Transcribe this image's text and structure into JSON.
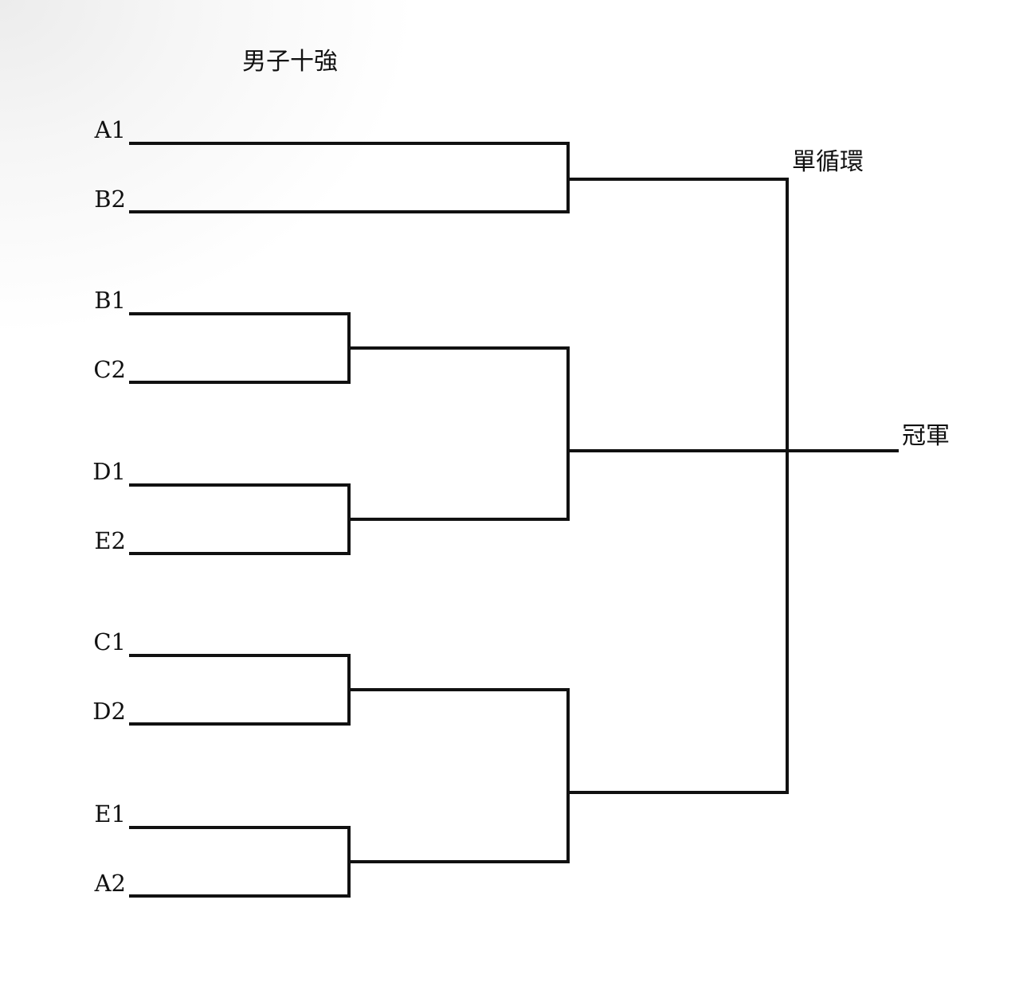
{
  "title": "男子十強",
  "seeds": [
    "A1",
    "B2",
    "B1",
    "C2",
    "D1",
    "E2",
    "C1",
    "D2",
    "E1",
    "A2"
  ],
  "labels": {
    "round_robin": "單循環",
    "champion": "冠軍"
  }
}
